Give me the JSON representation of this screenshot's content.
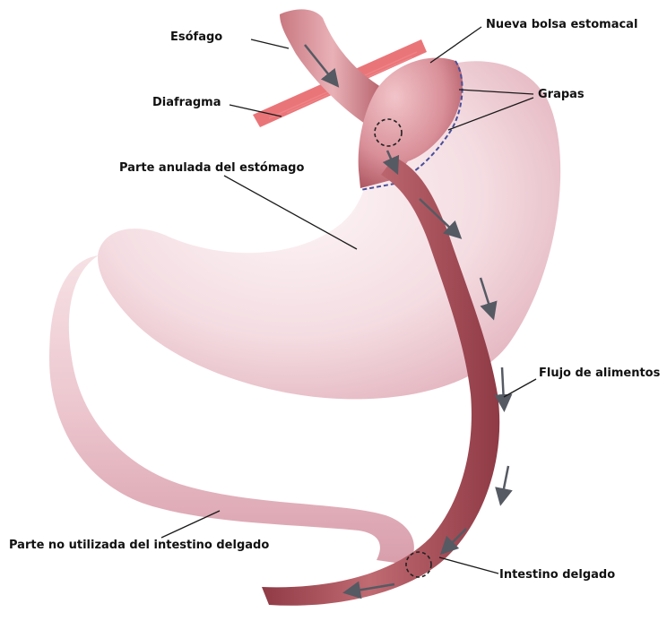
{
  "colors": {
    "stomach_light": "#f9eef0",
    "stomach_mid": "#ecc3cb",
    "stomach_dark": "#d79aa8",
    "intestine": "#b5555f",
    "intestine_dark": "#8f3a45",
    "intestine_light": "#e0a2a8",
    "diaphragm": "#e8666a",
    "arrow": "#555a63",
    "leader_line": "#1a1a1a",
    "staple_line": "#4a4f9a"
  },
  "labels": {
    "esophagus": "Esófago",
    "new_pouch": "Nueva bolsa estomacal",
    "diaphragm": "Diafragma",
    "staples": "Grapas",
    "bypassed_stomach": "Parte anulada del estómago",
    "food_flow": "Flujo de alimentos",
    "unused_intestine": "Parte no utilizada del intestino delgado",
    "small_intestine": "Intestino delgado"
  }
}
